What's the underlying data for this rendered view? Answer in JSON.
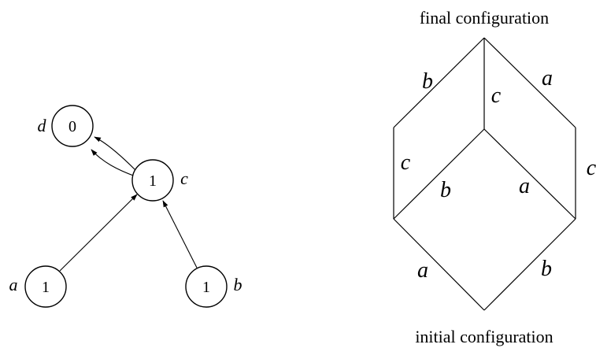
{
  "left_graph": {
    "nodes": {
      "d": {
        "name": "d",
        "value": "0"
      },
      "c": {
        "name": "c",
        "value": "1"
      },
      "a": {
        "name": "a",
        "value": "1"
      },
      "b": {
        "name": "b",
        "value": "1"
      }
    }
  },
  "right_diagram": {
    "caption_top": "final configuration",
    "caption_bottom": "initial configuration",
    "edge_labels": {
      "top_left": "b",
      "top_right": "a",
      "center_vertical": "c",
      "left_vertical": "c",
      "right_vertical": "c",
      "inner_left": "b",
      "inner_right": "a",
      "bottom_left": "a",
      "bottom_right": "b"
    }
  }
}
